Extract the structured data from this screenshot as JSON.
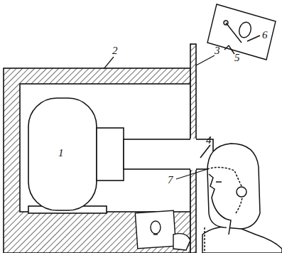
{
  "diagram": {
    "labels": [
      "6",
      "5",
      "2",
      "3",
      "4",
      "1",
      "7"
    ]
  }
}
